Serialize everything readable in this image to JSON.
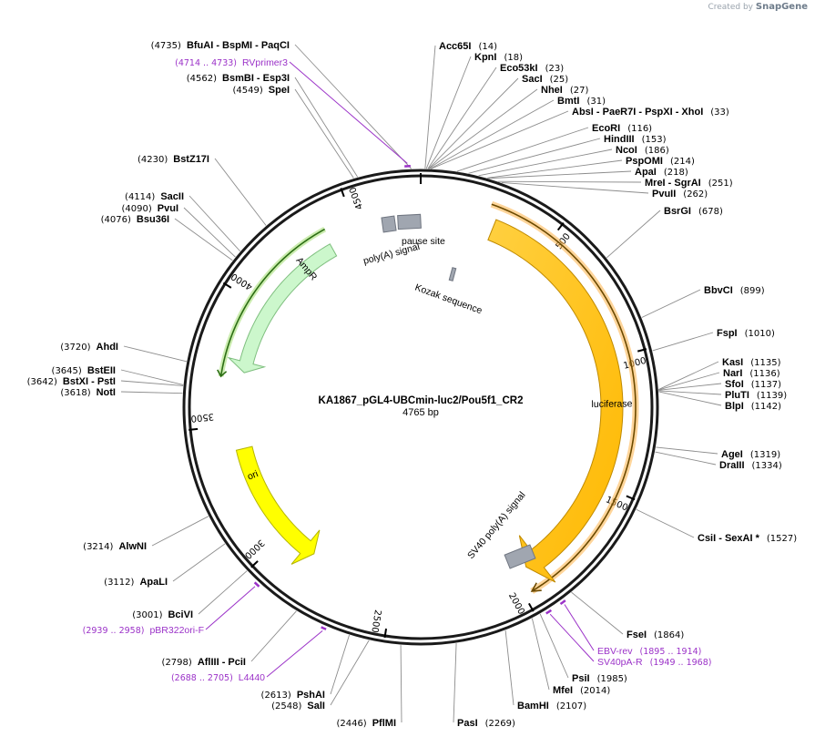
{
  "brand": {
    "created_by": "Created by",
    "name": "SnapGene"
  },
  "plasmid": {
    "name": "KA1867_pGL4-UBCmin-luc2/Pou5f1_CR2",
    "length": "4765 bp",
    "bp": 4765
  },
  "ticks": [
    "500",
    "1000",
    "1500",
    "2000",
    "2500",
    "3000",
    "3500",
    "4000",
    "4500"
  ],
  "enzymes": [
    {
      "pos": 4735,
      "names": [
        "BfuAI",
        "BspMI",
        "PaqCI"
      ],
      "pos_label": "(4735)"
    },
    {
      "pos": 4562,
      "names": [
        "BsmBI",
        "Esp3I"
      ],
      "pos_label": "(4562)"
    },
    {
      "pos": 4549,
      "names": [
        "SpeI"
      ],
      "pos_label": "(4549)"
    },
    {
      "pos": 4230,
      "names": [
        "BstZ17I"
      ],
      "pos_label": "(4230)"
    },
    {
      "pos": 4114,
      "names": [
        "SacII"
      ],
      "pos_label": "(4114)"
    },
    {
      "pos": 4090,
      "names": [
        "PvuI"
      ],
      "pos_label": "(4090)"
    },
    {
      "pos": 4076,
      "names": [
        "Bsu36I"
      ],
      "pos_label": "(4076)"
    },
    {
      "pos": 3720,
      "names": [
        "AhdI"
      ],
      "pos_label": "(3720)"
    },
    {
      "pos": 3645,
      "names": [
        "BstEII"
      ],
      "pos_label": "(3645)"
    },
    {
      "pos": 3642,
      "names": [
        "BstXI",
        "PstI"
      ],
      "pos_label": "(3642)"
    },
    {
      "pos": 3618,
      "names": [
        "NotI"
      ],
      "pos_label": "(3618)"
    },
    {
      "pos": 3214,
      "names": [
        "AlwNI"
      ],
      "pos_label": "(3214)"
    },
    {
      "pos": 3112,
      "names": [
        "ApaLI"
      ],
      "pos_label": "(3112)"
    },
    {
      "pos": 3001,
      "names": [
        "BciVI"
      ],
      "pos_label": "(3001)"
    },
    {
      "pos": 2798,
      "names": [
        "AflIII",
        "PciI"
      ],
      "pos_label": "(2798)"
    },
    {
      "pos": 2613,
      "names": [
        "PshAI"
      ],
      "pos_label": "(2613)"
    },
    {
      "pos": 2548,
      "names": [
        "SalI"
      ],
      "pos_label": "(2548)"
    },
    {
      "pos": 2446,
      "names": [
        "PflMI"
      ],
      "pos_label": "(2446)"
    },
    {
      "pos": 2269,
      "names": [
        "PasI"
      ],
      "pos_label": "(2269)"
    },
    {
      "pos": 2107,
      "names": [
        "BamHI"
      ],
      "pos_label": "(2107)"
    },
    {
      "pos": 2014,
      "names": [
        "MfeI"
      ],
      "pos_label": "(2014)"
    },
    {
      "pos": 1985,
      "names": [
        "PsiI"
      ],
      "pos_label": "(1985)"
    },
    {
      "pos": 1864,
      "names": [
        "FseI"
      ],
      "pos_label": "(1864)"
    },
    {
      "pos": 1527,
      "names": [
        "CsiI",
        "SexAI *"
      ],
      "pos_label": "(1527)"
    },
    {
      "pos": 1334,
      "names": [
        "DraIII"
      ],
      "pos_label": "(1334)"
    },
    {
      "pos": 1319,
      "names": [
        "AgeI"
      ],
      "pos_label": "(1319)"
    },
    {
      "pos": 1142,
      "names": [
        "BlpI"
      ],
      "pos_label": "(1142)"
    },
    {
      "pos": 1139,
      "names": [
        "PluTI"
      ],
      "pos_label": "(1139)"
    },
    {
      "pos": 1137,
      "names": [
        "SfoI"
      ],
      "pos_label": "(1137)"
    },
    {
      "pos": 1136,
      "names": [
        "NarI"
      ],
      "pos_label": "(1136)"
    },
    {
      "pos": 1135,
      "names": [
        "KasI"
      ],
      "pos_label": "(1135)"
    },
    {
      "pos": 1010,
      "names": [
        "FspI"
      ],
      "pos_label": "(1010)"
    },
    {
      "pos": 899,
      "names": [
        "BbvCI"
      ],
      "pos_label": "(899)"
    },
    {
      "pos": 678,
      "names": [
        "BsrGI"
      ],
      "pos_label": "(678)"
    },
    {
      "pos": 262,
      "names": [
        "PvuII"
      ],
      "pos_label": "(262)"
    },
    {
      "pos": 251,
      "names": [
        "MreI",
        "SgrAI"
      ],
      "pos_label": "(251)"
    },
    {
      "pos": 218,
      "names": [
        "ApaI"
      ],
      "pos_label": "(218)"
    },
    {
      "pos": 214,
      "names": [
        "PspOMI"
      ],
      "pos_label": "(214)"
    },
    {
      "pos": 186,
      "names": [
        "NcoI"
      ],
      "pos_label": "(186)"
    },
    {
      "pos": 153,
      "names": [
        "HindIII"
      ],
      "pos_label": "(153)"
    },
    {
      "pos": 116,
      "names": [
        "EcoRI"
      ],
      "pos_label": "(116)"
    },
    {
      "pos": 33,
      "names": [
        "AbsI",
        "PaeR7I",
        "PspXI",
        "XhoI"
      ],
      "pos_label": "(33)"
    },
    {
      "pos": 31,
      "names": [
        "BmtI"
      ],
      "pos_label": "(31)"
    },
    {
      "pos": 27,
      "names": [
        "NheI"
      ],
      "pos_label": "(27)"
    },
    {
      "pos": 25,
      "names": [
        "SacI"
      ],
      "pos_label": "(25)"
    },
    {
      "pos": 23,
      "names": [
        "Eco53kI"
      ],
      "pos_label": "(23)"
    },
    {
      "pos": 18,
      "names": [
        "KpnI"
      ],
      "pos_label": "(18)"
    },
    {
      "pos": 14,
      "names": [
        "Acc65I"
      ],
      "pos_label": "(14)"
    }
  ],
  "primers": [
    {
      "name": "RVprimer3",
      "range": "(4714 .. 4733)",
      "start": 4714,
      "end": 4733
    },
    {
      "name": "pBR322ori-F",
      "range": "(2939 .. 2958)",
      "start": 2939,
      "end": 2958
    },
    {
      "name": "L4440",
      "range": "(2688 .. 2705)",
      "start": 2688,
      "end": 2705
    },
    {
      "name": "EBV-rev",
      "range": "(1895 .. 1914)",
      "start": 1895,
      "end": 1914
    },
    {
      "name": "SV40pA-R",
      "range": "(1949 .. 1968)",
      "start": 1949,
      "end": 1968
    }
  ],
  "features": [
    {
      "name": "luciferase",
      "start": 290,
      "end": 1940,
      "color": "#ffc200"
    },
    {
      "name": "AmpR",
      "start": 4380,
      "end": 3720,
      "color": "#ccf7cc"
    },
    {
      "name": "ori",
      "start": 3400,
      "end": 2860,
      "color": "#ffff00"
    },
    {
      "name": "poly(A) signal",
      "color": "#a0a6b0"
    },
    {
      "name": "pause site",
      "color": "#a0a6b0"
    },
    {
      "name": "Kozak sequence",
      "color": "#a0a6b0"
    },
    {
      "name": "SV40 poly(A) signal",
      "color": "#a0a6b0"
    }
  ],
  "colors": {
    "primer": "#9b32c8",
    "luc_orf": "#d28c00",
    "amp_orf": "#3a8a1e",
    "backbone": "#1a1a1a"
  }
}
